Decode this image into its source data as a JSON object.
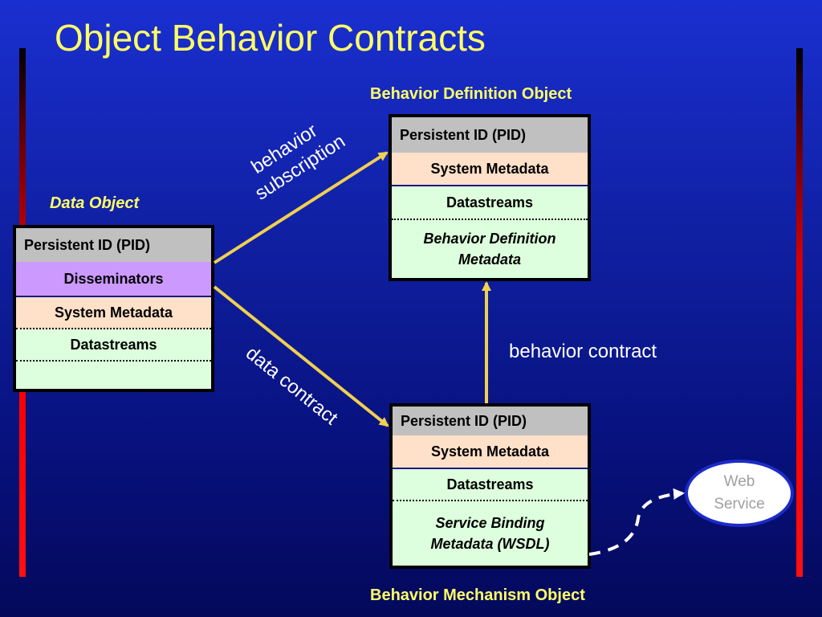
{
  "title": "Object Behavior Contracts",
  "data_object": {
    "heading": "Data Object",
    "pid": "Persistent ID (PID)",
    "disseminators": "Disseminators",
    "system_metadata": "System Metadata",
    "datastreams": "Datastreams"
  },
  "bdef_object": {
    "heading": "Behavior Definition Object",
    "pid": "Persistent ID (PID)",
    "system_metadata": "System Metadata",
    "datastreams": "Datastreams",
    "metadata_line1": "Behavior Definition",
    "metadata_line2": "Metadata"
  },
  "bmech_object": {
    "heading": "Behavior Mechanism Object",
    "pid": "Persistent ID (PID)",
    "system_metadata": "System Metadata",
    "datastreams": "Datastreams",
    "metadata_line1": "Service Binding",
    "metadata_line2": "Metadata (WSDL)"
  },
  "labels": {
    "behavior_subscription_line1": "behavior",
    "behavior_subscription_line2": "subscription",
    "data_contract": "data contract",
    "behavior_contract": "behavior contract"
  },
  "web_service": {
    "line1": "Web",
    "line2": "Service"
  },
  "colors": {
    "heading": "#ffff66",
    "arrow": "#f0d050",
    "pid": "#c0c0c0",
    "disseminators": "#cc99ff",
    "system_metadata": "#ffe0c8",
    "datastreams": "#ddffdd",
    "side_bar": "#ff0000"
  }
}
